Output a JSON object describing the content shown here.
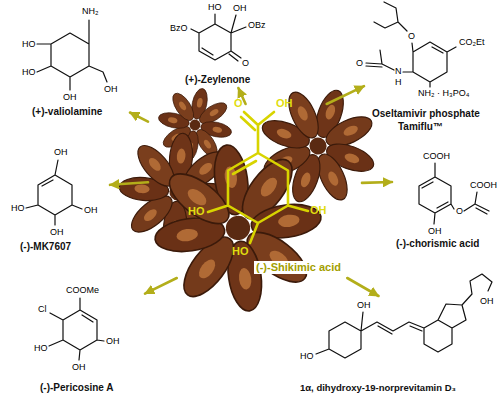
{
  "diagram": {
    "nodes": [
      {
        "text": [
          "(+)-valiolamine"
        ]
      },
      {
        "text": [
          "(+)-Zeylenone"
        ]
      },
      {
        "text": [
          "Oseltamivir phosphate",
          "Tamiflu™"
        ]
      },
      {
        "text": [
          "(-)-MK7607"
        ]
      },
      {
        "text": [
          "(-)-chorismic acid"
        ]
      },
      {
        "text": [
          "(-)-Shikimic acid"
        ]
      },
      {
        "text": [
          "(-)-Pericosine A"
        ]
      },
      {
        "text": [
          "1α, dihydroxy-19-norprevitamin D₃"
        ]
      }
    ],
    "edges": [
      {
        "from": 5,
        "to": 0,
        "arrow": "to"
      },
      {
        "from": 5,
        "to": 1,
        "arrow": "to"
      },
      {
        "from": 5,
        "to": 2,
        "arrow": "to"
      },
      {
        "from": 5,
        "to": 3,
        "arrow": "to"
      },
      {
        "from": 5,
        "to": 4,
        "arrow": "to"
      },
      {
        "from": 5,
        "to": 6,
        "arrow": "to"
      },
      {
        "from": 5,
        "to": 7,
        "arrow": "to"
      }
    ],
    "labels": [
      "NH₂",
      "HO",
      "HO",
      "OH",
      "OH",
      "BzO",
      "HO",
      "OH",
      "OBz",
      "O",
      "O",
      "CO₂Et",
      "O",
      "N",
      "H",
      "NH₂ · H₃PO₄",
      "COOH",
      "O",
      "COOH",
      "OH",
      "OH",
      "HO",
      "OH",
      "COOMe",
      "Cl",
      "HO",
      "OH",
      "OH",
      "OH",
      "HO",
      "OH",
      "OH",
      "O",
      "OH",
      "HO",
      "HO",
      "OH"
    ]
  }
}
